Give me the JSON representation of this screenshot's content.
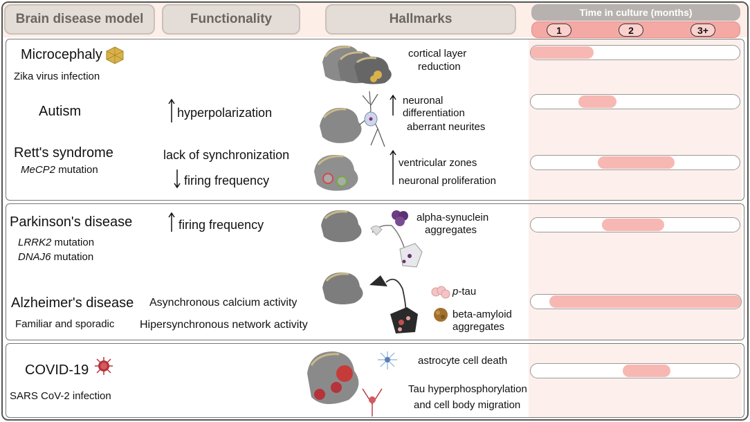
{
  "headers": {
    "model": "Brain disease model",
    "functionality": "Functionality",
    "hallmarks": "Hallmarks",
    "time": "Time in culture (months)",
    "months": [
      "1",
      "2",
      "3+"
    ]
  },
  "rows": {
    "microcephaly": {
      "name": "Microcephaly",
      "sub": "Zika virus infection",
      "hallmark": [
        "cortical layer",
        "reduction"
      ],
      "time": [
        0.0,
        0.3
      ]
    },
    "autism": {
      "name": "Autism",
      "func": "hyperpolarization",
      "hallmark": [
        "neuronal",
        "differentiation",
        "aberrant neurites"
      ],
      "time": [
        0.23,
        0.41
      ]
    },
    "rett": {
      "name": "Rett's syndrome",
      "sub_italic": "MeCP2",
      "sub_rest": " mutation",
      "func1": "lack of synchronization",
      "func2": "firing frequency",
      "hallmark": [
        "ventricular zones",
        "neuronal proliferation"
      ],
      "time": [
        0.32,
        0.69
      ]
    },
    "parkinson": {
      "name": "Parkinson's disease",
      "sub1_italic": "LRRK2",
      "sub1_rest": " mutation",
      "sub2_italic": "DNAJ6",
      "sub2_rest": " mutation",
      "func": "firing frequency",
      "hallmark": [
        "alpha-synuclein",
        "aggregates"
      ],
      "time": [
        0.34,
        0.64
      ]
    },
    "alzheimer": {
      "name": "Alzheimer's disease",
      "sub": "Familiar and sporadic",
      "func1": "Asynchronous calcium activity",
      "func2": "Hipersynchronous network activity",
      "ptau_italic": "p",
      "ptau_rest": "-tau",
      "hallmark": [
        "beta-amyloid",
        "aggregates"
      ],
      "time": [
        0.09,
        1.0
      ]
    },
    "covid": {
      "name": "COVID-19",
      "sub": "SARS CoV-2 infection",
      "hallmark": [
        "astrocyte cell death",
        "Tau hyperphosphorylation",
        "and cell body migration"
      ],
      "time": [
        0.44,
        0.67
      ]
    }
  },
  "colors": {
    "bar": "#f7b8b3",
    "header": "#e4ddd7",
    "band": "#fdeee8",
    "virus": "#b5333b",
    "zika": "#d9b24a"
  }
}
